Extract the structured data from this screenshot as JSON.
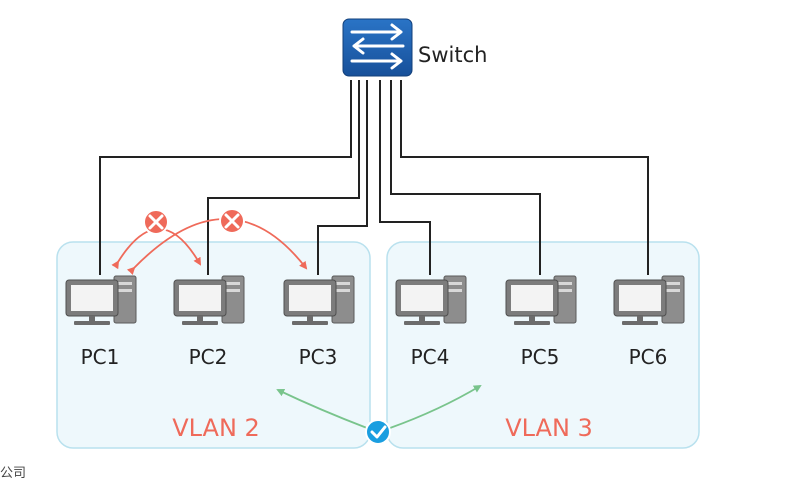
{
  "switch": {
    "label": "Switch",
    "icon": "switch-arrows-icon",
    "color": "#1f5fae"
  },
  "pcs": [
    {
      "label": "PC1"
    },
    {
      "label": "PC2"
    },
    {
      "label": "PC3"
    },
    {
      "label": "PC4"
    },
    {
      "label": "PC5"
    },
    {
      "label": "PC6"
    }
  ],
  "vlans": [
    {
      "label": "VLAN 2"
    },
    {
      "label": "VLAN 3"
    }
  ],
  "status": {
    "blocked_icon": "blocked-x-icon",
    "allowed_icon": "allowed-check-icon"
  },
  "colors": {
    "vlan_fill": "#eef8fc",
    "vlan_border": "#b9e1ee",
    "vlan_text": "#ef6a5a",
    "blocked": "#ef6a5a",
    "allowed": "#79c48c",
    "check": "#1a9ee0",
    "wire": "#222222"
  },
  "footer": {
    "text": "公司"
  }
}
